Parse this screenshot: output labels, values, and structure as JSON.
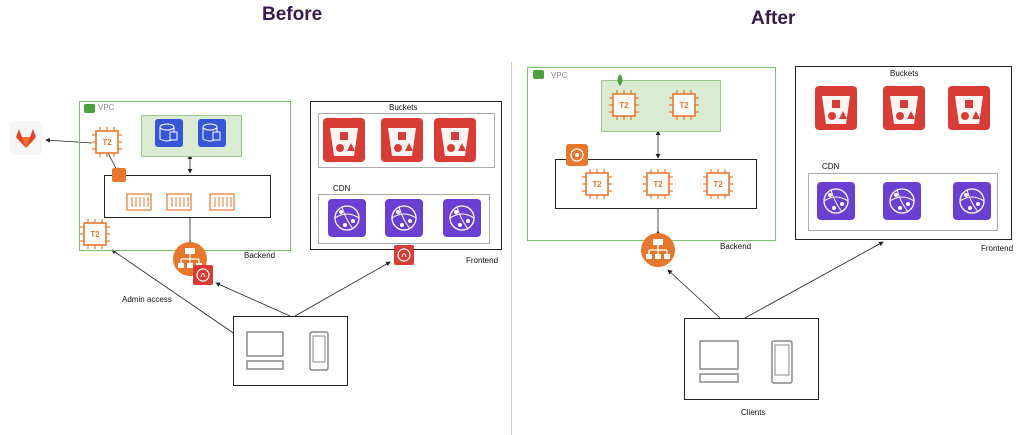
{
  "before": {
    "title": "Before",
    "vpc_label": "VPC",
    "buckets_label": "Buckets",
    "cdn_label": "CDN",
    "backend_label": "Backend",
    "frontend_label": "Frontend",
    "admin_label": "Admin access",
    "t2_label": "T2"
  },
  "after": {
    "title": "After",
    "vpc_label": "VPC",
    "buckets_label": "Buckets",
    "cdn_label": "CDN",
    "backend_label": "Backend",
    "frontend_label": "Frontend",
    "clients_label": "Clients",
    "t2_label": "T2"
  },
  "colors": {
    "ec2": "#e8772e",
    "s3": "#d93b35",
    "cloudfront": "#6b3fd1",
    "rds": "#3557d6",
    "vpc_border": "#7bc36a",
    "title": "#3a1a4f"
  },
  "icons": [
    "gitlab-icon",
    "ec2-icon",
    "rds-icon",
    "s3-bucket-icon",
    "cloudfront-icon",
    "load-balancer-icon",
    "waf-icon",
    "autoscaling-icon",
    "desktop-icon",
    "mobile-icon",
    "mongodb-leaf-icon"
  ]
}
